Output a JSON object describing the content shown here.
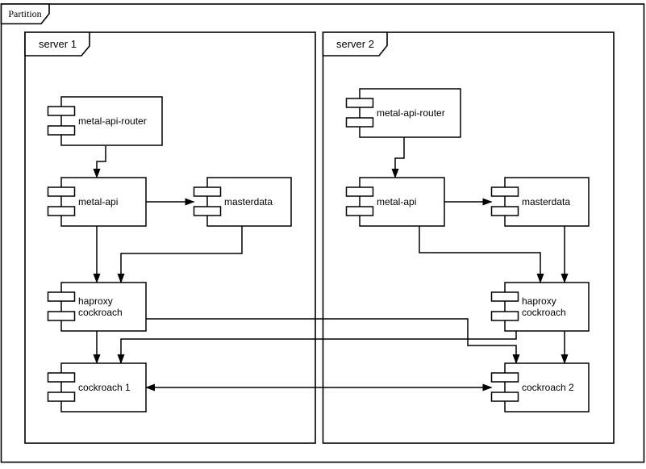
{
  "partition": {
    "label": "Partition"
  },
  "servers": [
    {
      "label": "server 1",
      "components": [
        {
          "label": "metal-api-router"
        },
        {
          "label": "metal-api"
        },
        {
          "label": "masterdata"
        },
        {
          "label": "haproxy cockroach"
        },
        {
          "label": "cockroach 1"
        }
      ]
    },
    {
      "label": "server 2",
      "components": [
        {
          "label": "metal-api-router"
        },
        {
          "label": "metal-api"
        },
        {
          "label": "masterdata"
        },
        {
          "label": "haproxy cockroach"
        },
        {
          "label": "cockroach 2"
        }
      ]
    }
  ],
  "edges": [
    {
      "from": "server 1 / metal-api-router",
      "to": "server 1 / metal-api",
      "arrow": "->"
    },
    {
      "from": "server 1 / metal-api",
      "to": "server 1 / masterdata",
      "arrow": "->"
    },
    {
      "from": "server 1 / metal-api",
      "to": "server 1 / haproxy cockroach",
      "arrow": "->"
    },
    {
      "from": "server 1 / masterdata",
      "to": "server 1 / haproxy cockroach",
      "arrow": "->"
    },
    {
      "from": "server 1 / haproxy cockroach",
      "to": "server 1 / cockroach 1",
      "arrow": "->"
    },
    {
      "from": "server 1 / haproxy cockroach",
      "to": "server 2 / cockroach 2",
      "arrow": "->"
    },
    {
      "from": "server 2 / metal-api-router",
      "to": "server 2 / metal-api",
      "arrow": "->"
    },
    {
      "from": "server 2 / metal-api",
      "to": "server 2 / masterdata",
      "arrow": "->"
    },
    {
      "from": "server 2 / metal-api",
      "to": "server 2 / haproxy cockroach",
      "arrow": "->"
    },
    {
      "from": "server 2 / masterdata",
      "to": "server 2 / haproxy cockroach",
      "arrow": "->"
    },
    {
      "from": "server 2 / haproxy cockroach",
      "to": "server 2 / cockroach 2",
      "arrow": "->"
    },
    {
      "from": "server 2 / haproxy cockroach",
      "to": "server 1 / cockroach 1",
      "arrow": "->"
    },
    {
      "from": "server 1 / cockroach 1",
      "to": "server 2 / cockroach 2",
      "arrow": "<->"
    }
  ],
  "colors": {
    "stroke": "#000000",
    "shape_fill": "#ffffff",
    "background": "#ffffff"
  }
}
